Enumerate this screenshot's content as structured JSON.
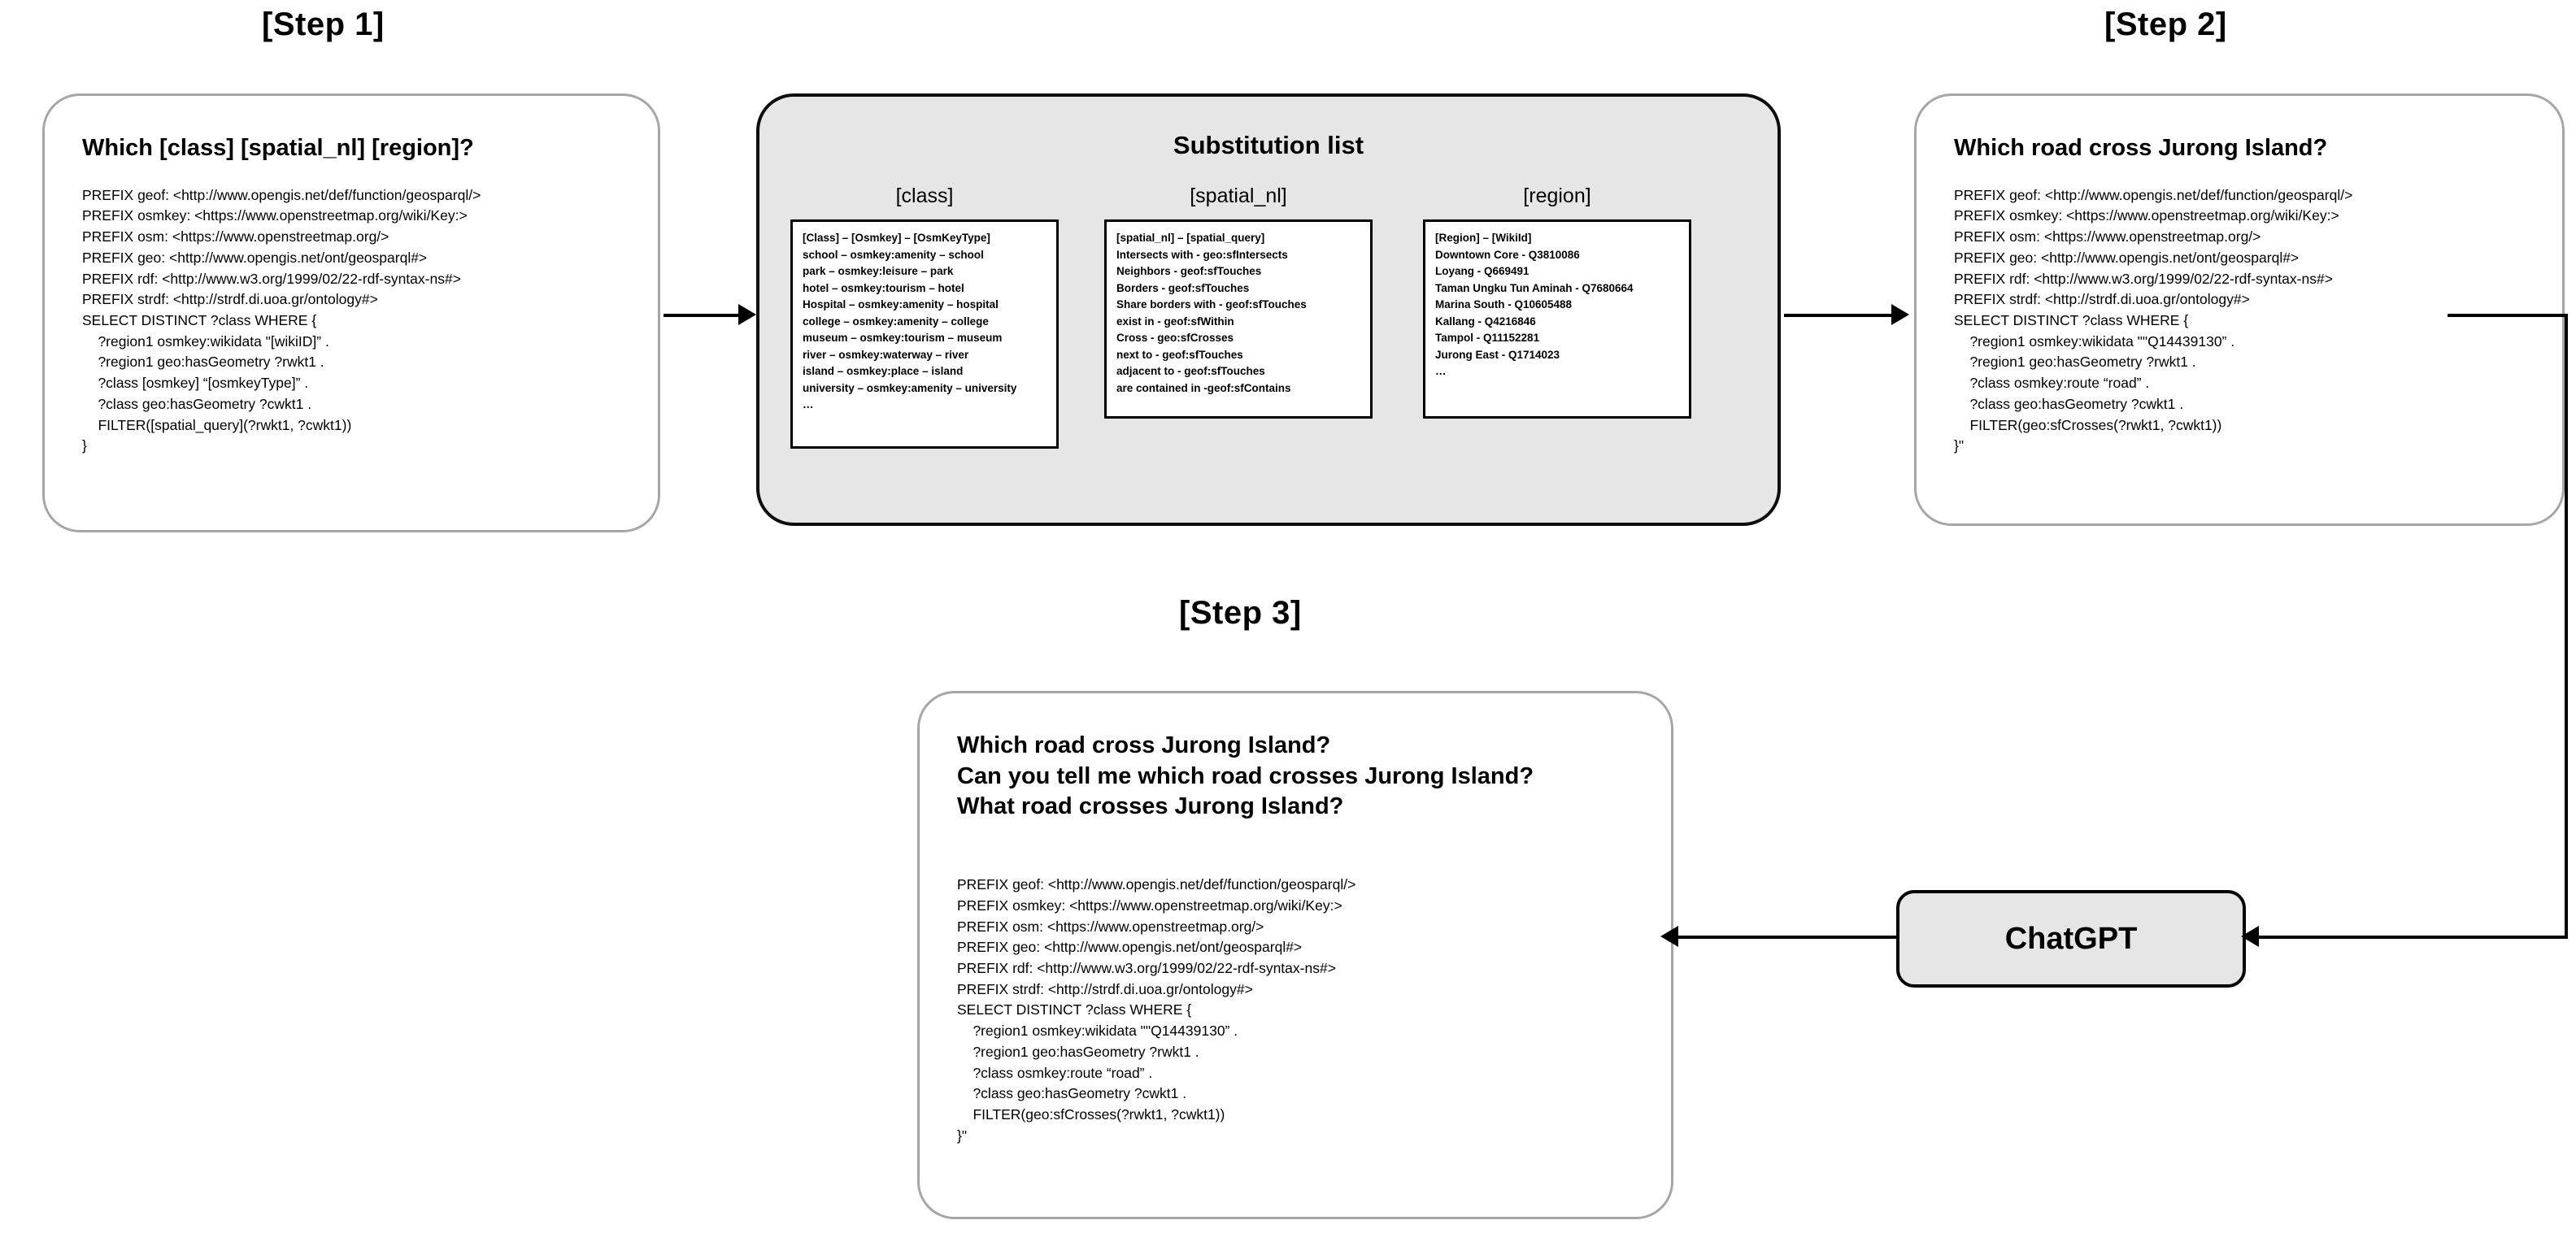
{
  "steps": {
    "step1_label": "[Step 1]",
    "step2_label": "[Step 2]",
    "step3_label": "[Step 3]"
  },
  "prefixes": {
    "geof": "PREFIX geof: <http://www.opengis.net/def/function/geosparql/>",
    "osmkey": "PREFIX osmkey: <https://www.openstreetmap.org/wiki/Key:>",
    "osm": "PREFIX osm: <https://www.openstreetmap.org/>",
    "geo": "PREFIX geo: <http://www.opengis.net/ont/geosparql#>",
    "rdf": "PREFIX rdf: <http://www.w3.org/1999/02/22-rdf-syntax-ns#>",
    "strdf": "PREFIX strdf: <http://strdf.di.uoa.gr/ontology#>"
  },
  "step1": {
    "question": "Which [class] [spatial_nl] [region]?",
    "query": "SELECT DISTINCT ?class WHERE {\n    ?region1 osmkey:wikidata \"[wikiID]” .\n    ?region1 geo:hasGeometry ?rwkt1 .\n    ?class [osmkey] “[osmkeyType]” .\n    ?class geo:hasGeometry ?cwkt1 .\n    FILTER([spatial_query](?rwkt1, ?cwkt1))\n}"
  },
  "step2": {
    "question": "Which road cross Jurong Island?",
    "query": "SELECT DISTINCT ?class WHERE {\n    ?region1 osmkey:wikidata \"\"Q14439130” .\n    ?region1 geo:hasGeometry ?rwkt1 .\n    ?class osmkey:route “road” .\n    ?class geo:hasGeometry ?cwkt1 .\n    FILTER(geo:sfCrosses(?rwkt1, ?cwkt1))\n}\""
  },
  "step3": {
    "questions": [
      "Which road cross Jurong Island?",
      "Can you tell me which road crosses Jurong Island?",
      "What road crosses Jurong Island?"
    ],
    "query": "SELECT DISTINCT ?class WHERE {\n    ?region1 osmkey:wikidata \"\"Q14439130” .\n    ?region1 geo:hasGeometry ?rwkt1 .\n    ?class osmkey:route “road” .\n    ?class geo:hasGeometry ?cwkt1 .\n    FILTER(geo:sfCrosses(?rwkt1, ?cwkt1))\n}\""
  },
  "substitution": {
    "title": "Substitution list",
    "columns": [
      {
        "header": "[class]",
        "lines": [
          "[Class] – [Osmkey] – [OsmKeyType]",
          "school – osmkey:amenity – school",
          "park – osmkey:leisure – park",
          "hotel – osmkey:tourism – hotel",
          "Hospital – osmkey:amenity – hospital",
          "college – osmkey:amenity – college",
          "museum – osmkey:tourism – museum",
          "river – osmkey:waterway – river",
          "island – osmkey:place – island",
          "university – osmkey:amenity – university",
          "…"
        ]
      },
      {
        "header": "[spatial_nl]",
        "lines": [
          "[spatial_nl] – [spatial_query]",
          "Intersects with - geo:sfIntersects",
          "Neighbors - geof:sfTouches",
          "Borders - geof:sfTouches",
          "Share borders with - geof:sfTouches",
          "exist in - geof:sfWithin",
          "Cross - geo:sfCrosses",
          "next to - geof:sfTouches",
          "adjacent to - geof:sfTouches",
          "are contained in -geof:sfContains"
        ]
      },
      {
        "header": "[region]",
        "lines": [
          "[Region] – [WikiId]",
          "Downtown Core - Q3810086",
          "Loyang - Q669491",
          "Taman Ungku Tun Aminah - Q7680664",
          "Marina South - Q10605488",
          "Kallang - Q4216846",
          "Tampol - Q11152281",
          "Jurong East - Q1714023",
          "…"
        ]
      }
    ]
  },
  "chatgpt": {
    "label": "ChatGPT"
  },
  "colors": {
    "panel_border": "#a6a6a6",
    "subs_fill": "#e6e6e6",
    "subs_border": "#0d0d0d",
    "node_fill": "#e6e6e6",
    "connector": "#000000"
  }
}
